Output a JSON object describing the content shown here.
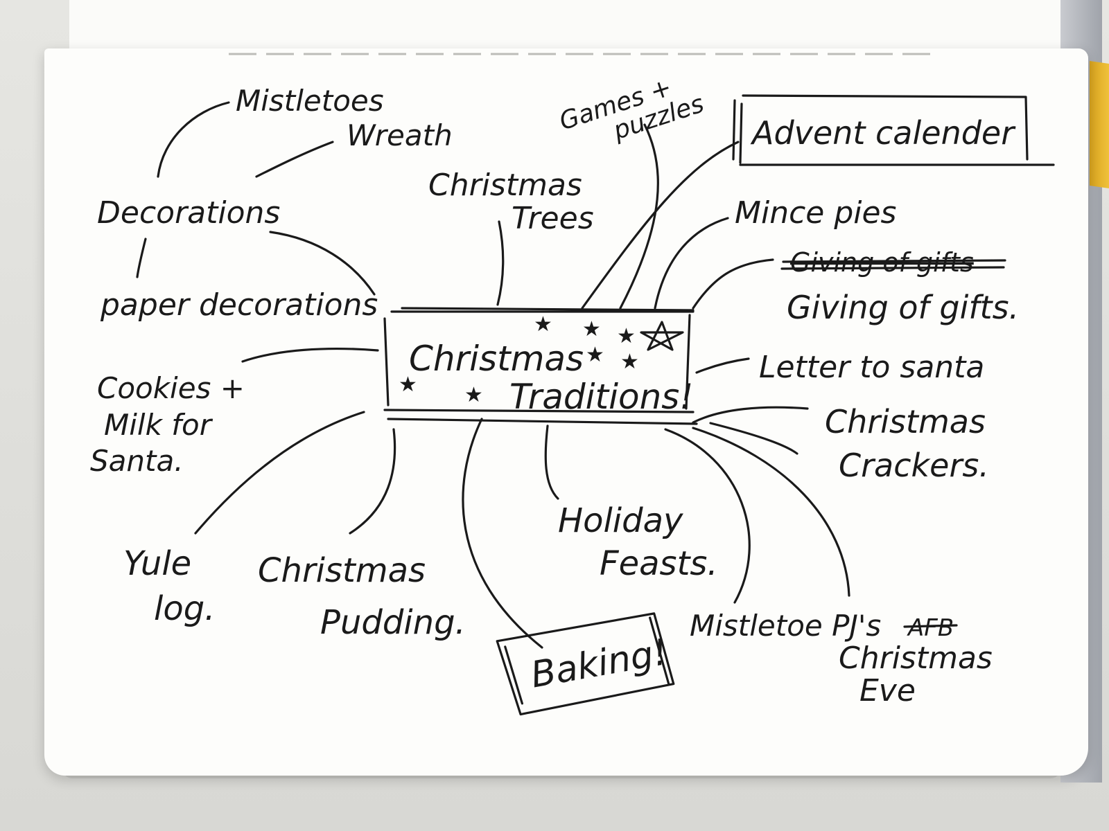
{
  "center": {
    "line1": "Christmas",
    "line2": "Traditions!"
  },
  "nodes": {
    "mistletoes": "Mistletoes",
    "wreath": "Wreath",
    "decorations": "Decorations",
    "paper_decorations": "paper decorations",
    "christmas_trees_1": "Christmas",
    "christmas_trees_2": "Trees",
    "games_1": "Games +",
    "games_2": "puzzles",
    "advent": "Advent calender",
    "mince_pies": "Mince pies",
    "giving_struck": "Giving of gifts",
    "giving": "Giving of gifts.",
    "letter": "Letter to santa",
    "cookies_1": "Cookies +",
    "cookies_2": "Milk for",
    "cookies_3": "Santa.",
    "crackers_1": "Christmas",
    "crackers_2": "Crackers.",
    "yule_1": "Yule",
    "yule_2": "log.",
    "pudding_1": "Christmas",
    "pudding_2": "Pudding.",
    "baking": "Baking!",
    "feasts_1": "Holiday",
    "feasts_2": "Feasts.",
    "pjs": "Mistletoe PJ's",
    "pjs_struck": "AFB",
    "eve_1": "Christmas",
    "eve_2": "Eve"
  }
}
